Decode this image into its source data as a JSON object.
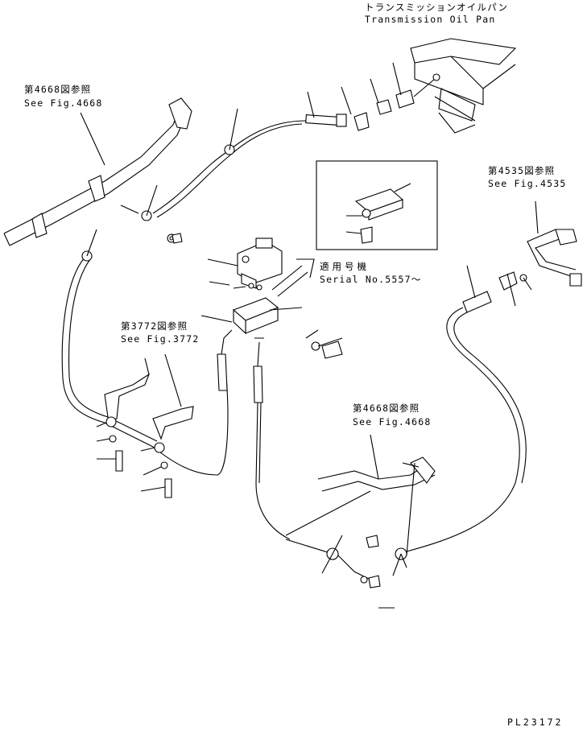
{
  "colors": {
    "ink": "#000000",
    "paper": "#ffffff"
  },
  "labels": {
    "transmission_jp": "トランスミッションオイルパン",
    "transmission_en": "Transmission Oil Pan",
    "ref4668_top_jp": "第4668図参照",
    "ref4668_top_en": "See Fig.4668",
    "ref4535_jp": "第4535図参照",
    "ref4535_en": "See Fig.4535",
    "serial_jp": "適用号機",
    "serial_en": "Serial No.5557～",
    "ref3772_jp": "第3772図参照",
    "ref3772_en": "See Fig.3772",
    "ref4668_bot_jp": "第4668図参照",
    "ref4668_bot_en": "See Fig.4668",
    "drawing_no": "PL23172"
  }
}
